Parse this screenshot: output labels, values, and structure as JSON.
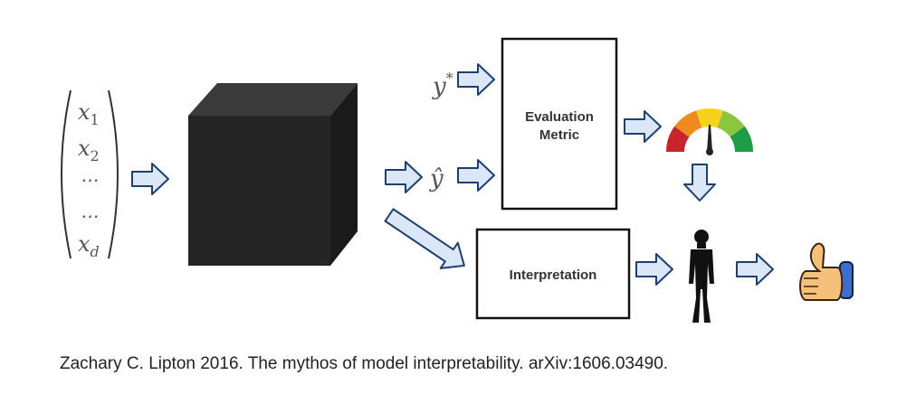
{
  "input_vector": {
    "entries": [
      {
        "base": "x",
        "sub": "1"
      },
      {
        "base": "x",
        "sub": "2"
      },
      {
        "base": "⋯",
        "sub": ""
      },
      {
        "base": "⋯",
        "sub": ""
      },
      {
        "base": "x",
        "sub": "d"
      }
    ]
  },
  "labels": {
    "y_star": "y",
    "y_star_sup": "*",
    "y_hat": "ŷ"
  },
  "boxes": {
    "evaluation_metric": [
      "Evaluation",
      "Metric"
    ],
    "interpretation": "Interpretation"
  },
  "icons": {
    "black_box": "black-box-cube-icon",
    "gauge": "gauge-meter-icon",
    "human": "human-silhouette-icon",
    "thumbs_up": "thumbs-up-icon"
  },
  "colors": {
    "arrow_fill": "#dbe7f6",
    "arrow_stroke": "#1f3f6e",
    "cube": "#252525",
    "gauge": [
      "#c8242b",
      "#f0891e",
      "#f6d21c",
      "#8cc540",
      "#1e9d46"
    ]
  },
  "caption": "Zachary C. Lipton 2016. The mythos of model interpretability. arXiv:1606.03490."
}
